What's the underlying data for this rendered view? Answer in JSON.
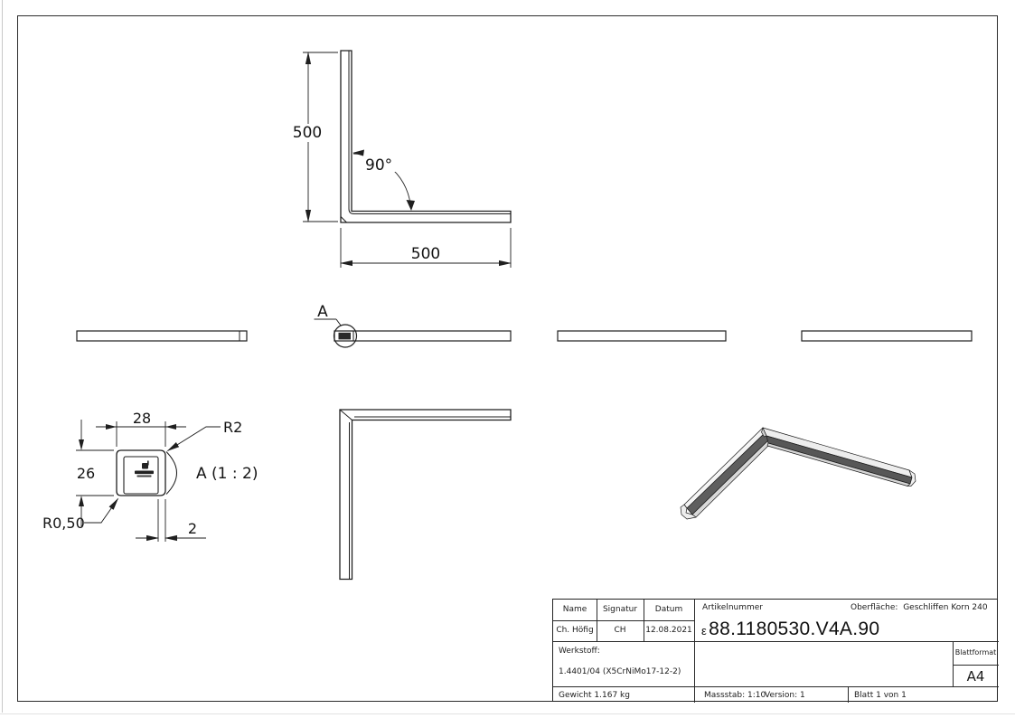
{
  "colors": {
    "line": "#1f1f1f",
    "dim_line": "#2a2a2a",
    "metal_light": "#efefef",
    "metal_mid": "#d7d7d7",
    "metal_dark": "#585858",
    "paper": "#ffffff"
  },
  "icons": {
    "stamp": "brand-stamp-logo"
  },
  "drawing": {
    "front_view": {
      "dim_height": "500",
      "dim_width": "500",
      "dim_angle": "90°"
    },
    "callout": {
      "label": "A"
    },
    "detail_view": {
      "label": "A (1 : 2)",
      "dim_width": "28",
      "dim_height": "26",
      "dim_thickness": "2",
      "radius_top": "R2",
      "radius_bottom": "R0,50"
    }
  },
  "title_block": {
    "col_name": "Name",
    "col_signatur": "Signatur",
    "col_datum": "Datum",
    "val_name": "Ch. Höfig",
    "val_signatur": "CH",
    "val_datum": "12.08.2021",
    "artikelnummer_label": "Artikelnummer",
    "artikelnummer_prefix": "ε",
    "artikelnummer": "88.1180530.V4A.90",
    "oberflaeche_label": "Oberfläche:",
    "oberflaeche_value": "Geschliffen Korn 240",
    "werkstoff_label": "Werkstoff:",
    "werkstoff_value": "1.4401/04 (X5CrNiMo17-12-2)",
    "gewicht": "Gewicht 1.167 kg",
    "massstab": "Massstab: 1:10",
    "version": "Version: 1",
    "blatt": "Blatt 1 von 1",
    "blattformat_label": "Blattformat",
    "blattformat_value": "A4"
  }
}
